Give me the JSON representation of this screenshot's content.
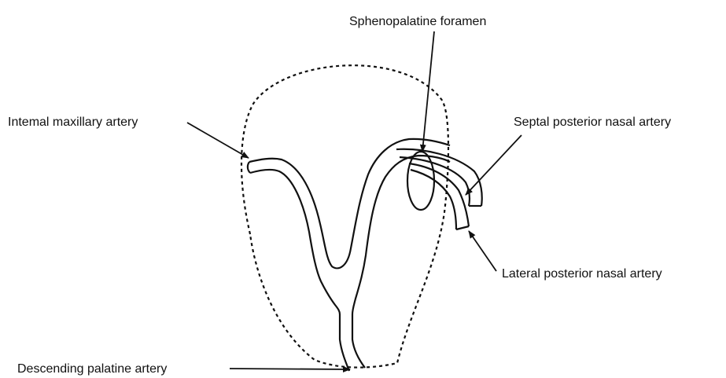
{
  "labels": {
    "sphenopalatine_foramen": "Sphenopalatine foramen",
    "internal_maxillary_artery": "Intemal maxillary artery",
    "septal_posterior_nasal_artery": "Septal posterior nasal artery",
    "lateral_posterior_nasal_artery": "Lateral posterior nasal artery",
    "descending_palatine_artery": "Descending palatine artery"
  },
  "colors": {
    "ink": "#111111",
    "background": "#ffffff"
  }
}
